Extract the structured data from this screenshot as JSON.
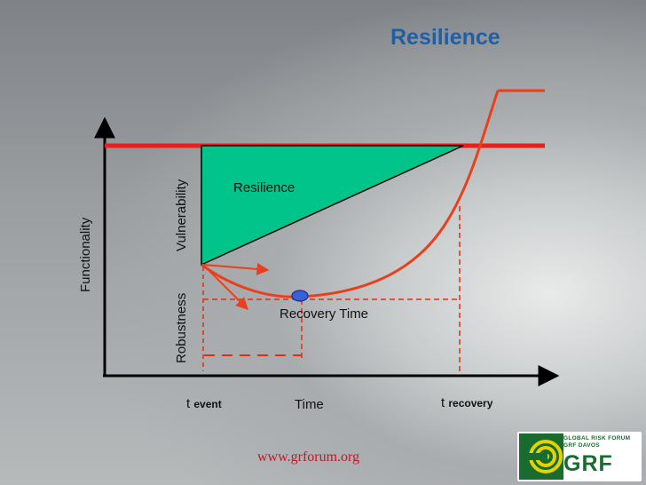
{
  "slide": {
    "title": "Resilience",
    "url": "www.grforum.org"
  },
  "diagram": {
    "axis_y_label": "Functionality",
    "axis_x_label": "Time",
    "triangle_label": "Resilience",
    "vulnerability_label": "Vulnerability",
    "robustness_label": "Robustness",
    "recovery_time_label": "Recovery Time",
    "t_event": {
      "prefix": "t",
      "sub": "event"
    },
    "t_recovery": {
      "prefix": "t",
      "sub": "recovery"
    },
    "colors": {
      "threshold": "#e8201c",
      "triangle": "#00c48a",
      "curve": "#e8401c",
      "dashed": "#e03010",
      "point": "#3a5fd8",
      "axis": "#000000"
    }
  },
  "logo": {
    "line1": "GLOBAL RISK FORUM",
    "line2": "GRF DAVOS",
    "wordmark": "GRF"
  }
}
